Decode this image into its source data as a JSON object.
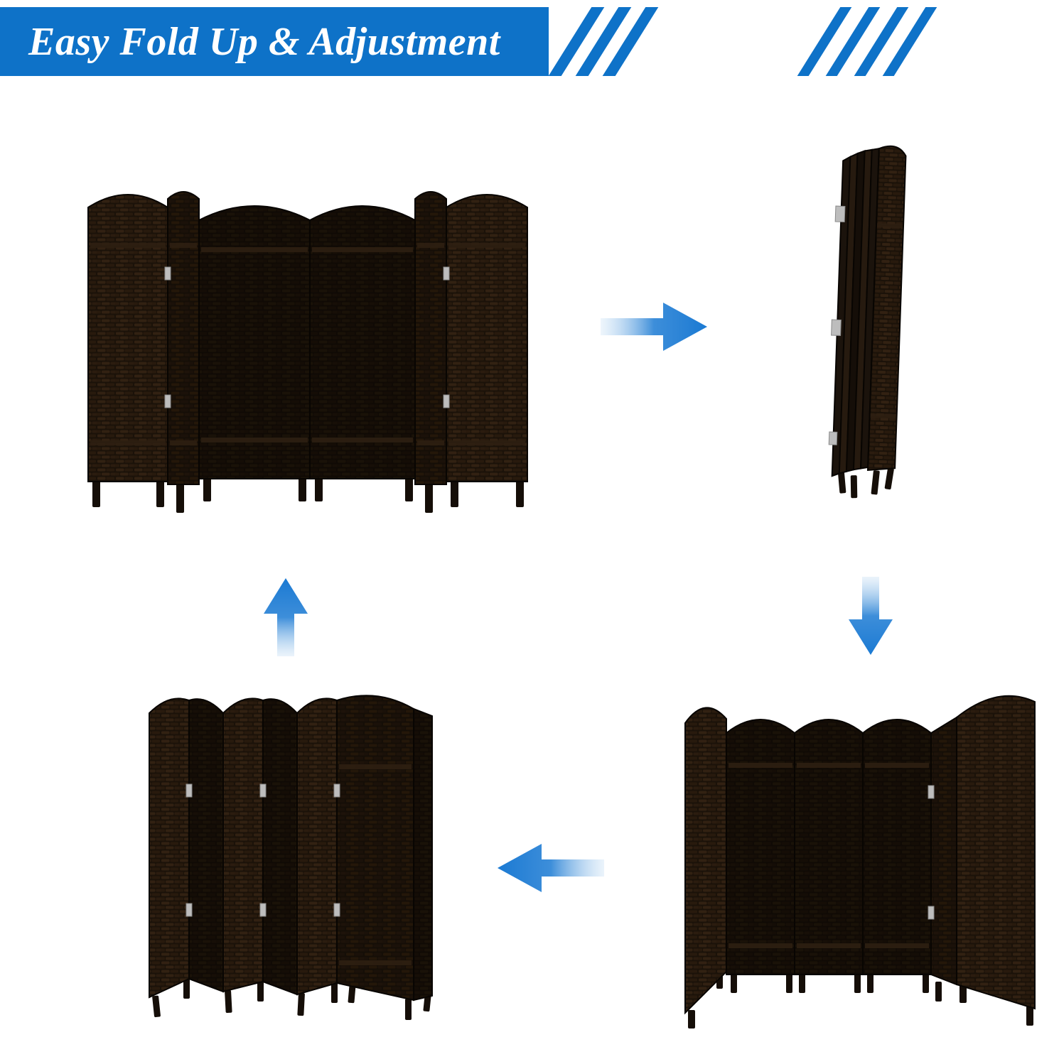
{
  "header": {
    "title": "Easy Fold Up & Adjustment"
  },
  "colors": {
    "page-bg": "#ffffff",
    "banner-blue": "#0e72c8",
    "title-text": "#ffffff",
    "arrow-blue": "#1b7ad3",
    "arrow-fade": "#bcd9f2",
    "panel-base": "#1a120b",
    "panel-strip": "#302213",
    "hinge-gray": "#bdbdbd"
  },
  "diagram": {
    "type": "cycle",
    "subject": "folding woven room divider",
    "steps": [
      {
        "id": "fully-open",
        "position": "top-left"
      },
      {
        "id": "folded-flat",
        "position": "top-right"
      },
      {
        "id": "partially-open",
        "position": "bottom-right"
      },
      {
        "id": "accordion-folded",
        "position": "bottom-left"
      }
    ],
    "connections": [
      {
        "from": "fully-open",
        "to": "folded-flat",
        "arrow": "right"
      },
      {
        "from": "folded-flat",
        "to": "partially-open",
        "arrow": "down"
      },
      {
        "from": "partially-open",
        "to": "accordion-folded",
        "arrow": "left"
      },
      {
        "from": "accordion-folded",
        "to": "fully-open",
        "arrow": "up"
      }
    ]
  }
}
